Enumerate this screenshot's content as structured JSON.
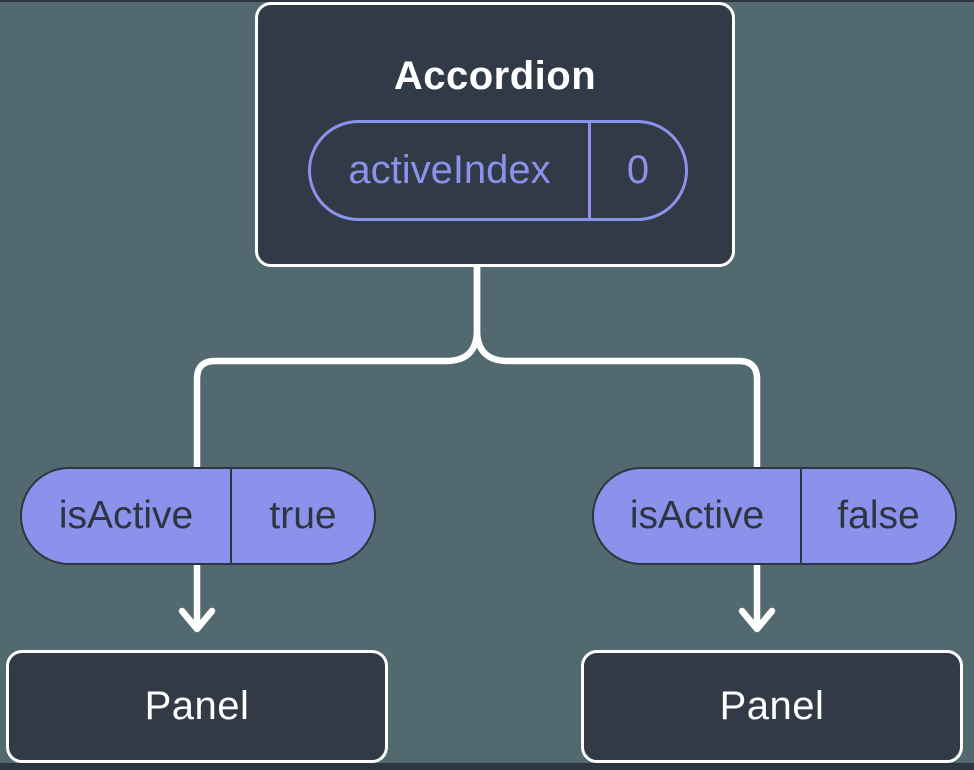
{
  "colors": {
    "background": "#52696F",
    "node_fill": "#333A47",
    "node_border": "#FFFFFF",
    "accent_purple": "#8A92EC",
    "dark_text_on_purple": "#2F3540",
    "connector": "#FFFFFF"
  },
  "tree": {
    "root": {
      "title": "Accordion",
      "state": {
        "name": "activeIndex",
        "value": "0"
      }
    },
    "branches": [
      {
        "prop_name": "isActive",
        "prop_value": "true",
        "child_title": "Panel"
      },
      {
        "prop_name": "isActive",
        "prop_value": "false",
        "child_title": "Panel"
      }
    ]
  }
}
